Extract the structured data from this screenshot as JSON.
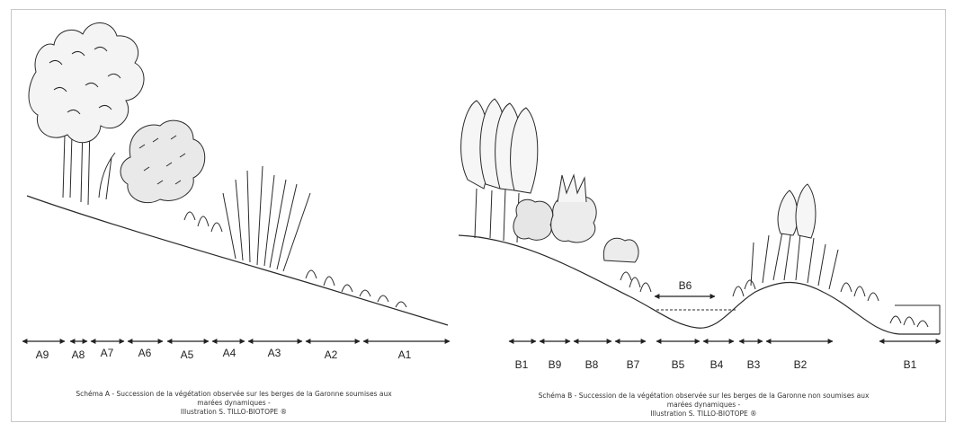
{
  "schema_a": {
    "zones": [
      {
        "label": "A9"
      },
      {
        "label": "A8"
      },
      {
        "label": "A7"
      },
      {
        "label": "A6"
      },
      {
        "label": "A5"
      },
      {
        "label": "A4"
      },
      {
        "label": "A3"
      },
      {
        "label": "A2"
      },
      {
        "label": "A1"
      }
    ],
    "caption_line1": "Schéma A - Succession de la végétation observée sur les berges de la Garonne soumises aux",
    "caption_line2": "marées dynamiques -",
    "caption_line3": "Illustration S. TILLO-BIOTOPE ®"
  },
  "schema_b": {
    "zones": [
      {
        "label": "B1"
      },
      {
        "label": "B9"
      },
      {
        "label": "B8"
      },
      {
        "label": "B7"
      },
      {
        "label": "B5"
      },
      {
        "label": "B4"
      },
      {
        "label": "B3"
      },
      {
        "label": "B2"
      },
      {
        "label": "B1"
      }
    ],
    "b6_label": "B6",
    "caption_line1": "Schéma B - Succession de la végétation observée sur les berges de la Garonne non soumises aux",
    "caption_line2": "marées dynamiques -",
    "caption_line3": "Illustration S. TILLO-BIOTOPE ®"
  },
  "colors": {
    "ink": "#2a2a2a",
    "frame": "#c8c8c8"
  }
}
